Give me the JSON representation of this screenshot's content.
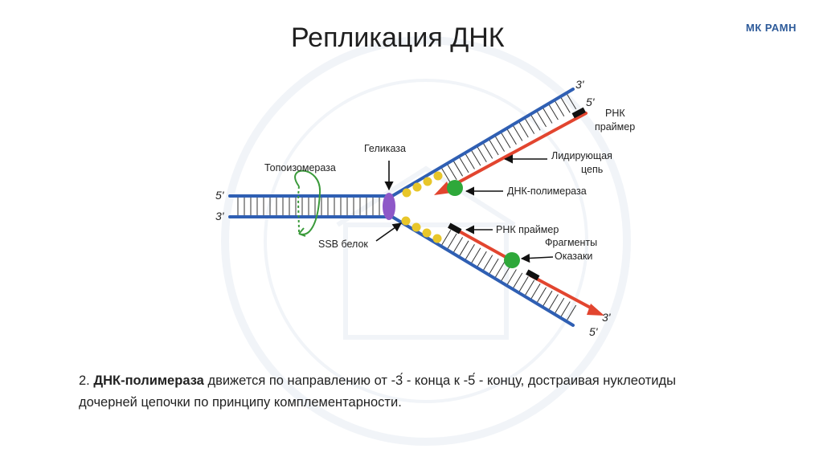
{
  "header": {
    "title": "Репликация ДНК",
    "brand": "МК РАМН"
  },
  "diagram": {
    "labels": {
      "end5_left": "5'",
      "end3_left": "3'",
      "end3_top": "3'",
      "end5_top": "5'",
      "end3_bottom": "3'",
      "end5_bottom": "5'",
      "topoisomerase": "Топоизомераза",
      "helicase": "Геликаза",
      "ssb": "SSB белок",
      "rna_primer_top_line1": "РНК",
      "rna_primer_top_line2": "праймер",
      "leading_line1": "Лидирующая",
      "leading_line2": "цепь",
      "polymerase": "ДНК-полимераза",
      "rna_primer_bottom": "РНК праймер",
      "okazaki_line1": "Фрагменты",
      "okazaki_line2": "Оказаки"
    },
    "colors": {
      "template_strand": "#2f5fb3",
      "new_strand": "#e2452f",
      "helicase": "#8e58c8",
      "ssb": "#e8c62a",
      "polymerase": "#2ea83a",
      "topoisomerase": "#3a9a3a",
      "primer": "#111111"
    }
  },
  "caption": {
    "number": "2.",
    "term": "ДНК-полимераза",
    "text": " движется по направлению от -3́ - конца к -5́ - концу, достраивая нуклеотиды дочерней цепочки по принципу комплементарности."
  }
}
